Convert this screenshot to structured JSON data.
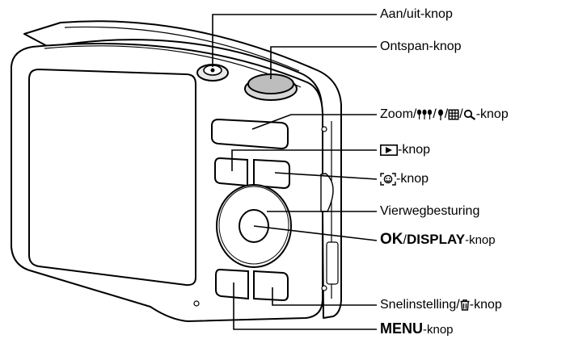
{
  "labels": {
    "power": "Aan/uit-knop",
    "shutter": "Ontspan-knop",
    "zoom_prefix": "Zoom/",
    "zoom_suffix": "-knop",
    "playback_suffix": "-knop",
    "face_suffix": "-knop",
    "four_way": "Vierwegbesturing",
    "ok_bold": "OK",
    "display_bold": "DISPLAY",
    "ok_display_suffix": "-knop",
    "green_prefix": "Snelinstelling/",
    "green_suffix": "-knop",
    "menu_bold": "MENU",
    "menu_suffix": "-knop"
  },
  "icons": {
    "zoom": [
      "wide-trees-icon",
      "tele-tree-icon",
      "thumbnail-grid-icon",
      "magnifier-icon"
    ],
    "playback": "playback-triangle-icon",
    "face": "face-detect-icon",
    "trash": "trash-icon"
  }
}
